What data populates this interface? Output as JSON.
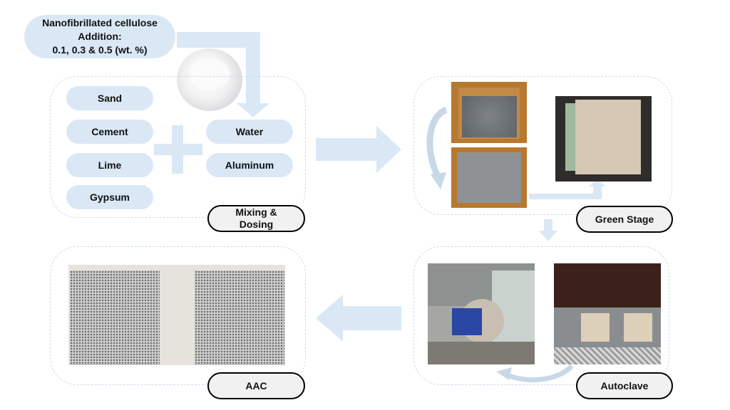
{
  "additive": {
    "lines": [
      "Nanofibrillated cellulose",
      "Addition:",
      "0.1, 0.3 & 0.5 (wt. %)"
    ]
  },
  "stages": {
    "mixing": {
      "label_line1": "Mixing &",
      "label_line2": "Dosing",
      "left_ingredients": [
        "Sand",
        "Cement",
        "Lime",
        "Gypsum"
      ],
      "right_ingredients": [
        "Water",
        "Aluminum"
      ]
    },
    "green": {
      "label": "Green Stage"
    },
    "autoclave": {
      "label": "Autoclave"
    },
    "aac": {
      "label": "AAC"
    }
  },
  "colors": {
    "accent_fill": "#dae8f6",
    "panel_border": "#c9dcef",
    "label_fill": "#f1f1f1"
  }
}
